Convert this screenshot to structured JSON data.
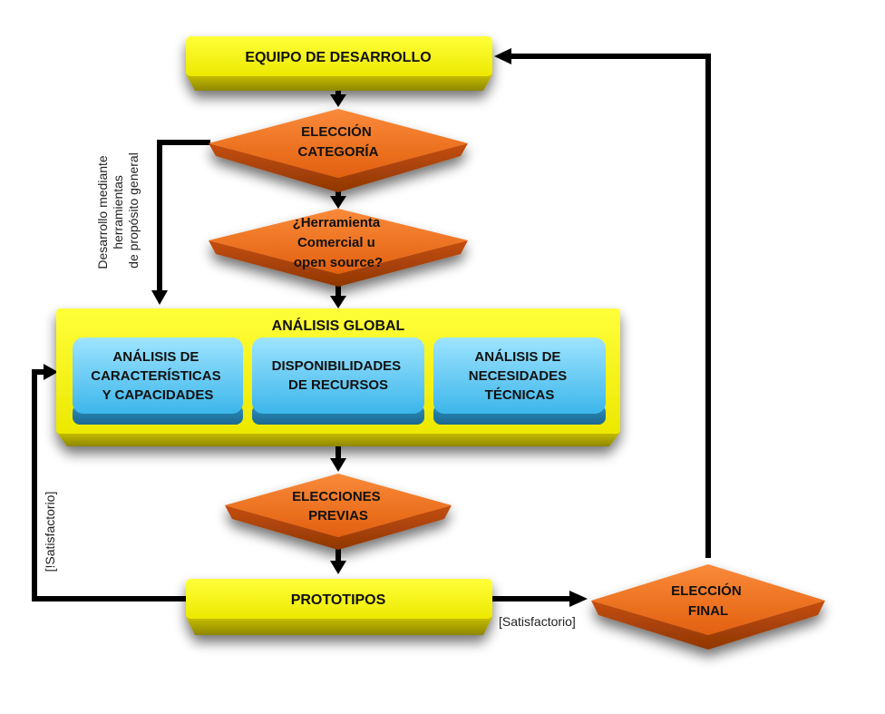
{
  "nodes": {
    "equipo": "EQUIPO DE DESARROLLO",
    "eleccion_categoria": [
      "ELECCIÓN",
      "CATEGORÍA"
    ],
    "herramienta": [
      "¿Herramienta",
      "Comercial u",
      "open source?"
    ],
    "analisis_global": "ANÁLISIS GLOBAL",
    "analisis_caracteristicas": [
      "ANÁLISIS DE",
      "CARACTERÍSTICAS",
      "Y CAPACIDADES"
    ],
    "disponibilidades": [
      "DISPONIBILIDADES",
      "DE RECURSOS"
    ],
    "necesidades": [
      "ANÁLISIS DE",
      "NECESIDADES",
      "TÉCNICAS"
    ],
    "elecciones_previas": [
      "ELECCIONES",
      "PREVIAS"
    ],
    "prototipos": "PROTOTIPOS",
    "eleccion_final": [
      "ELECCIÓN",
      "FINAL"
    ]
  },
  "edge_labels": {
    "general_purpose": [
      "Desarrollo mediante",
      "herramientas",
      "de propósito general"
    ],
    "not_satisfactory": "[!Satisfactorio]",
    "satisfactory": "[Satisfactorio]"
  },
  "colors": {
    "yellow": "#f7f200",
    "orange": "#ee6a1a",
    "blue": "#5ec8f2",
    "arrow": "#000000"
  }
}
